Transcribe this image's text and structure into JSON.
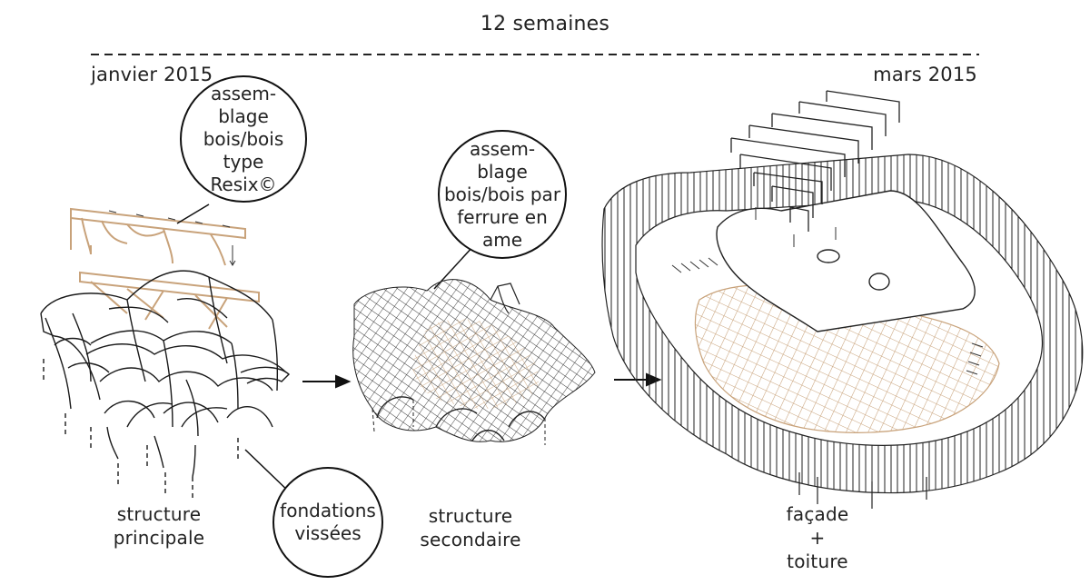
{
  "header": {
    "duration": "12 semaines",
    "start_date": "janvier 2015",
    "end_date": "mars 2015"
  },
  "callouts": {
    "resix": [
      "assem-",
      "blage",
      "bois/bois",
      "type",
      "Resix©"
    ],
    "ferrure": [
      "assem-",
      "blage",
      "bois/bois par",
      "ferrure en",
      "ame"
    ],
    "fondations": [
      "fondations",
      "vissées"
    ]
  },
  "stages": {
    "principale": [
      "structure",
      "principale"
    ],
    "secondaire": [
      "structure",
      "secondaire"
    ],
    "facade": [
      "façade",
      "+",
      "toiture"
    ]
  },
  "colors": {
    "line": "#1a1a1a",
    "wood": "#c8a27a",
    "background": "#ffffff"
  }
}
